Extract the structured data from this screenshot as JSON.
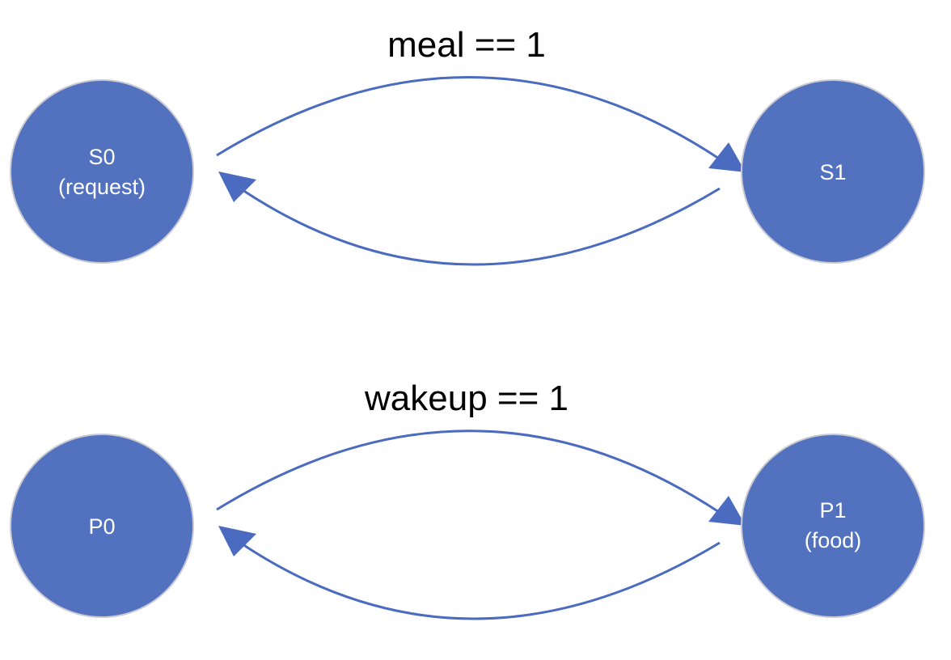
{
  "diagram": {
    "machines": [
      {
        "nodes": [
          {
            "id": "S0",
            "lines": [
              "S0",
              "(request)"
            ]
          },
          {
            "id": "S1",
            "lines": [
              "S1"
            ]
          }
        ],
        "transition_label": "meal == 1"
      },
      {
        "nodes": [
          {
            "id": "P0",
            "lines": [
              "P0"
            ]
          },
          {
            "id": "P1",
            "lines": [
              "P1",
              "(food)"
            ]
          }
        ],
        "transition_label": "wakeup == 1"
      }
    ],
    "colors": {
      "node_fill": "#5272bf",
      "node_border": "#c9c9d2",
      "edge": "#4a6bbf",
      "node_text": "#ffffff",
      "label_text": "#000000"
    }
  }
}
